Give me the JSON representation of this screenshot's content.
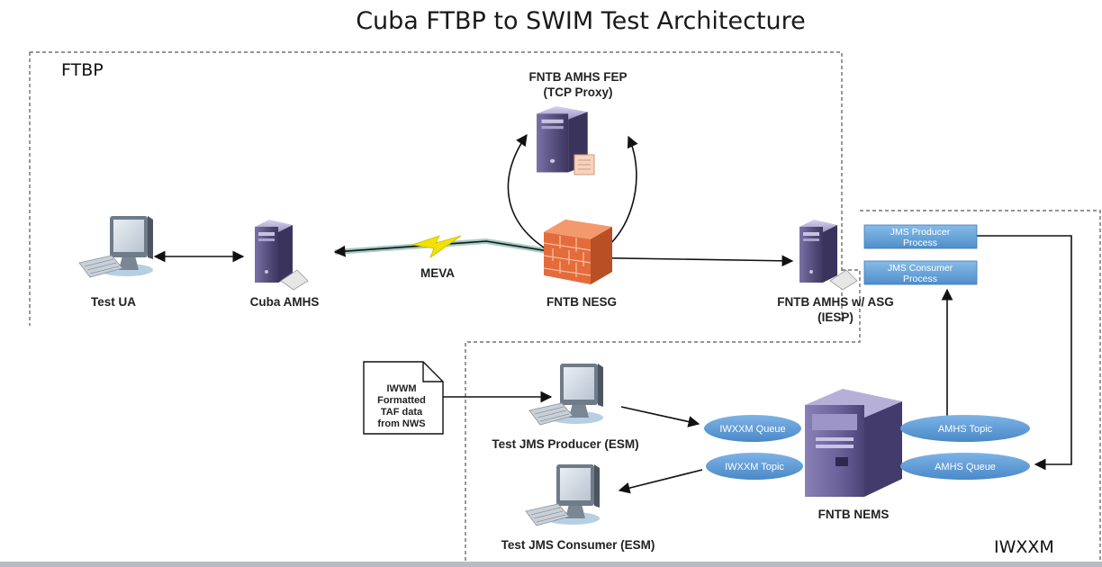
{
  "title": "Cuba FTBP to SWIM Test Architecture",
  "regions": {
    "ftbp": "FTBP",
    "iwxxm": "IWXXM"
  },
  "nodes": {
    "test_ua": "Test UA",
    "cuba_amhs": "Cuba AMHS",
    "meva": "MEVA",
    "fntb_nesg": "FNTB NESG",
    "fep_line1": "FNTB AMHS FEP",
    "fep_line2": "(TCP Proxy)",
    "asg_line1": "FNTB AMHS w/ ASG",
    "asg_line2": "(IESP)",
    "producer": "Test JMS Producer (ESM)",
    "consumer": "Test JMS Consumer (ESM)",
    "nems": "FNTB NEMS"
  },
  "document": [
    "IWWM",
    "Formatted",
    "TAF data",
    "from NWS"
  ],
  "queues": {
    "iwxxm_queue": "IWXXM Queue",
    "iwxxm_topic": "IWXXM Topic",
    "amhs_topic": "AMHS Topic",
    "amhs_queue": "AMHS Queue"
  },
  "processes": {
    "producer_1": "JMS Producer",
    "producer_2": "Process",
    "consumer_1": "JMS Consumer",
    "consumer_2": "Process"
  },
  "colors": {
    "server_body": "#5a5280",
    "ellipse_fill": "#5b9bd5",
    "firewall": "#e46c3c",
    "lightning": "#f2e200"
  }
}
